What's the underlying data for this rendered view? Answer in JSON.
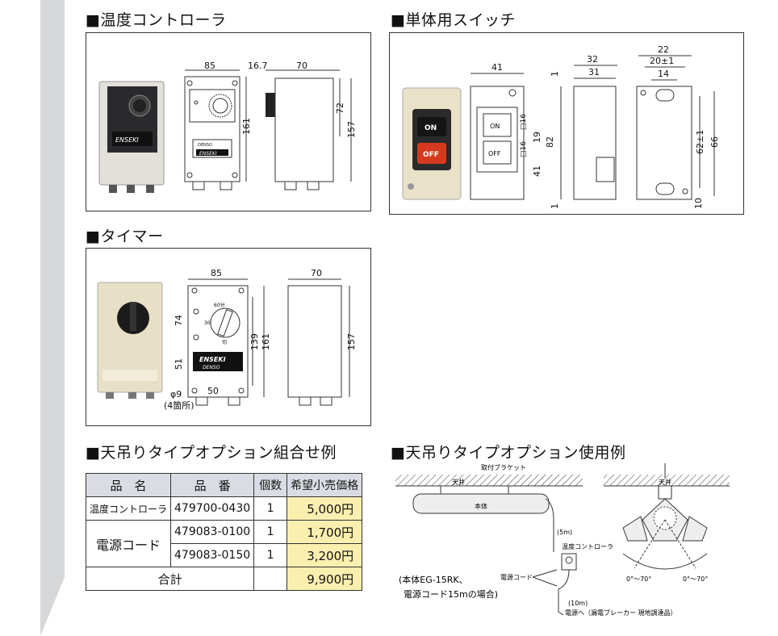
{
  "sections": {
    "temp_controller": {
      "title": "■温度コントローラ"
    },
    "single_switch": {
      "title": "■単体用スイッチ"
    },
    "timer": {
      "title": "■タイマー"
    },
    "option_combo": {
      "title": "■天吊りタイプオプション組合せ例"
    },
    "option_usage": {
      "title": "■天吊りタイプオプション使用例"
    }
  },
  "temp_dims": {
    "w85": "85",
    "w16_7": "16.7",
    "w70": "70",
    "h161": "161",
    "h72": "72",
    "h157": "157",
    "label_denso": "DENSO",
    "label_enseki": "ENSEKI"
  },
  "switch_dims": {
    "w41": "41",
    "w32": "32",
    "w31": "31",
    "w22": "22",
    "w20": "20±1",
    "w14": "14",
    "h82": "82",
    "h41": "41",
    "h19": "19",
    "h16a": "□16",
    "h16b": "□16",
    "h1a": "1",
    "h1b": "1",
    "h62": "62±1",
    "h66": "66",
    "h10": "10",
    "on": "ON",
    "off": "OFF"
  },
  "timer_dims": {
    "w85": "85",
    "w70": "70",
    "w50": "50",
    "h74": "74",
    "h51": "51",
    "h139": "139",
    "h161": "161",
    "h157": "157",
    "phi": "φ9",
    "note": "(4箇所)",
    "dial60": "60分",
    "dial30": "30",
    "dial_off": "切",
    "brand1": "ENSEKI",
    "brand2": "DENSO"
  },
  "table": {
    "headers": [
      "品　名",
      "品　番",
      "個数",
      "希望小売価格"
    ],
    "rows": [
      {
        "name": "温度コントローラ",
        "code": "479700-0430",
        "qty": "1",
        "price": "5,000円"
      },
      {
        "name": "電源コード",
        "code": "479083-0100",
        "qty": "1",
        "price": "1,700円"
      },
      {
        "code": "479083-0150",
        "qty": "1",
        "price": "3,200円"
      }
    ],
    "total_label": "合計",
    "total_price": "9,900円"
  },
  "usage": {
    "bracket": "取付ブラケット",
    "ceiling1": "天井",
    "ceiling2": "天井",
    "body": "本体",
    "cord5m": "(5m)",
    "controller": "温度コントローラ",
    "power_cord": "電源コード",
    "case_line1": "(本体EG-15RK、",
    "case_line2": "電源コード15mの場合)",
    "cord10m": "(10m)",
    "to_power": "電源へ（漏電ブレーカー 現地調達品）",
    "angle1": "0°〜70°",
    "angle2": "0°〜70°"
  }
}
